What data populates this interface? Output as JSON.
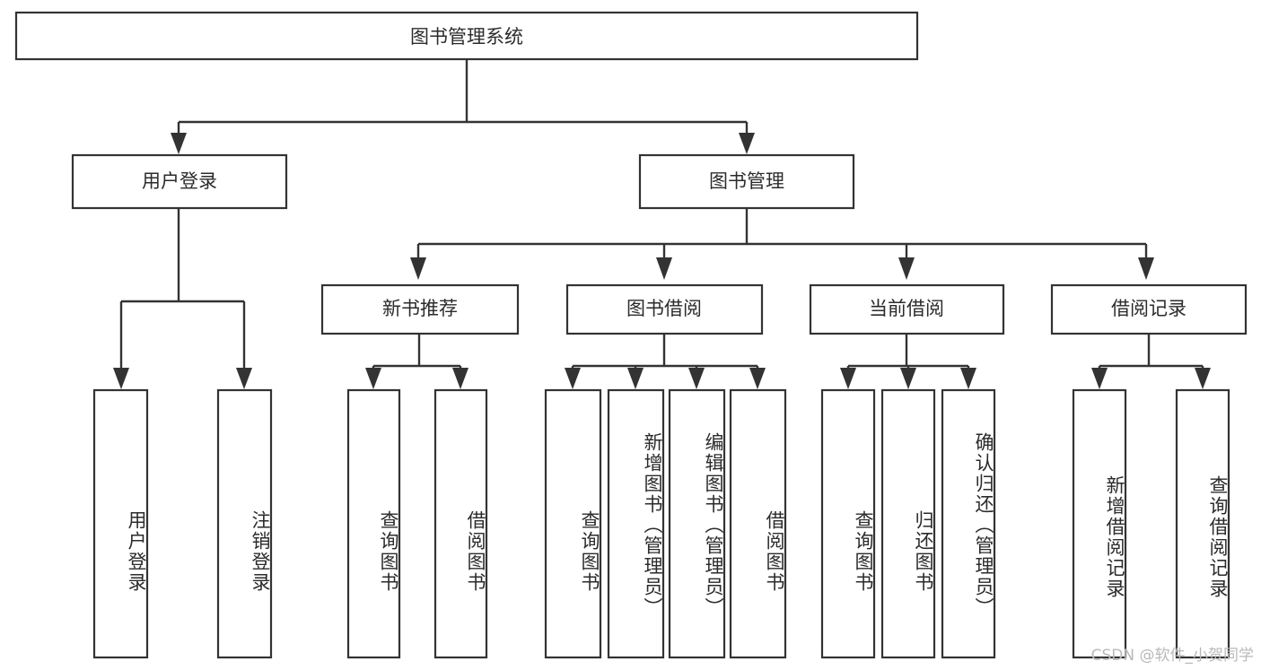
{
  "diagram": {
    "type": "tree-hierarchy",
    "title": "图书管理系统",
    "orientation": "top-down",
    "colors": {
      "box_fill": "#ffffff",
      "box_stroke": "#333333",
      "text": "#2b2b2b",
      "connector": "#333333",
      "watermark": "#b9b9b9",
      "background": "#ffffff"
    },
    "root": {
      "id": "root",
      "label": "图书管理系统",
      "orientation": "horizontal"
    },
    "level2": [
      {
        "id": "user-login",
        "label": "用户登录",
        "orientation": "horizontal"
      },
      {
        "id": "book-manage",
        "label": "图书管理",
        "orientation": "horizontal"
      }
    ],
    "level3": [
      {
        "id": "new-book-rec",
        "label": "新书推荐",
        "orientation": "horizontal"
      },
      {
        "id": "book-borrow",
        "label": "图书借阅",
        "orientation": "horizontal"
      },
      {
        "id": "current-borrow",
        "label": "当前借阅",
        "orientation": "horizontal"
      },
      {
        "id": "borrow-record",
        "label": "借阅记录",
        "orientation": "horizontal"
      }
    ],
    "leaves": {
      "user-login": [
        {
          "id": "leaf-user-login",
          "label": "用户登录",
          "orientation": "vertical"
        },
        {
          "id": "leaf-logout",
          "label": "注销登录",
          "orientation": "vertical"
        }
      ],
      "new-book-rec": [
        {
          "id": "leaf-query-book-1",
          "label": "查询图书",
          "orientation": "vertical"
        },
        {
          "id": "leaf-borrow-book-1",
          "label": "借阅图书",
          "orientation": "vertical"
        }
      ],
      "book-borrow": [
        {
          "id": "leaf-query-book-2",
          "label": "查询图书",
          "orientation": "vertical"
        },
        {
          "id": "leaf-add-book",
          "label": "新增图书（管理员）",
          "orientation": "vertical"
        },
        {
          "id": "leaf-edit-book",
          "label": "编辑图书（管理员）",
          "orientation": "vertical"
        },
        {
          "id": "leaf-borrow-book-2",
          "label": "借阅图书",
          "orientation": "vertical"
        }
      ],
      "current-borrow": [
        {
          "id": "leaf-query-book-3",
          "label": "查询图书",
          "orientation": "vertical"
        },
        {
          "id": "leaf-return-book",
          "label": "归还图书",
          "orientation": "vertical"
        },
        {
          "id": "leaf-confirm-return",
          "label": "确认归还（管理员）",
          "orientation": "vertical"
        }
      ],
      "borrow-record": [
        {
          "id": "leaf-add-record",
          "label": "新增借阅记录",
          "orientation": "vertical"
        },
        {
          "id": "leaf-query-record",
          "label": "查询借阅记录",
          "orientation": "vertical"
        }
      ]
    }
  },
  "watermark": {
    "text": "CSDN @软件_小贺同学"
  }
}
